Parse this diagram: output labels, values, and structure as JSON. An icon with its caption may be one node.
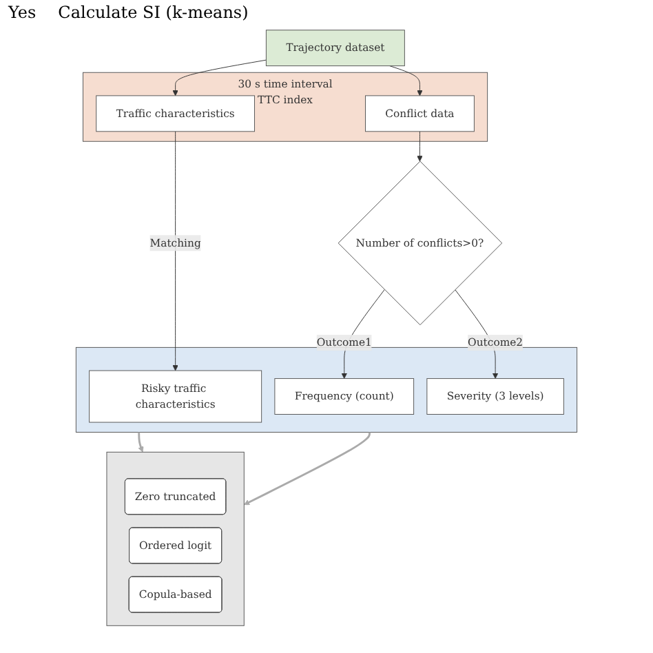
{
  "diagram": {
    "nodes": [
      {
        "text": [
          "Trajectory dataset"
        ]
      },
      {
        "text": [
          "30 s time interval",
          "TTC index"
        ]
      },
      {
        "text": [
          "Traffic characteristics"
        ],
        "in": 1
      },
      {
        "text": [
          "Conflict data"
        ],
        "in": 1
      },
      {
        "text": [
          "Number of conflicts>0?"
        ]
      },
      {
        "text": [],
        "shape": "box"
      },
      {
        "text": [
          "Risky traffic characteristics"
        ],
        "in": 5
      },
      {
        "text": [
          "Frequency (count)"
        ],
        "in": 5
      },
      {
        "text": [
          "Severity (3 levels)"
        ],
        "in": 5
      },
      {
        "text": [],
        "shape": "box"
      },
      {
        "text": [
          "Zero truncated"
        ],
        "in": 9
      },
      {
        "text": [
          "Ordered logit"
        ],
        "in": 9
      },
      {
        "text": [
          "Copula-based"
        ],
        "in": 9
      }
    ],
    "edges": [
      {
        "from": 0,
        "to": 2,
        "arrow": "to"
      },
      {
        "from": 0,
        "to": 3,
        "arrow": "to"
      },
      {
        "from": 3,
        "to": 4,
        "arrow": "to"
      },
      {
        "from": 2,
        "to": 6,
        "arrow": "to",
        "label": "Matching"
      },
      {
        "from": 4,
        "to": 7,
        "arrow": "to",
        "label": "Outcome1"
      },
      {
        "from": 4,
        "to": 8,
        "arrow": "to",
        "label": "Outcome2"
      },
      {
        "from": 5,
        "to": 9,
        "arrow": "to",
        "color": "#aaaaaa"
      },
      {
        "from": 5,
        "to": 9,
        "arrow": "to",
        "color": "#aaaaaa"
      }
    ],
    "labels": [
      "Yes",
      "Calculate SI (k-means)"
    ]
  }
}
